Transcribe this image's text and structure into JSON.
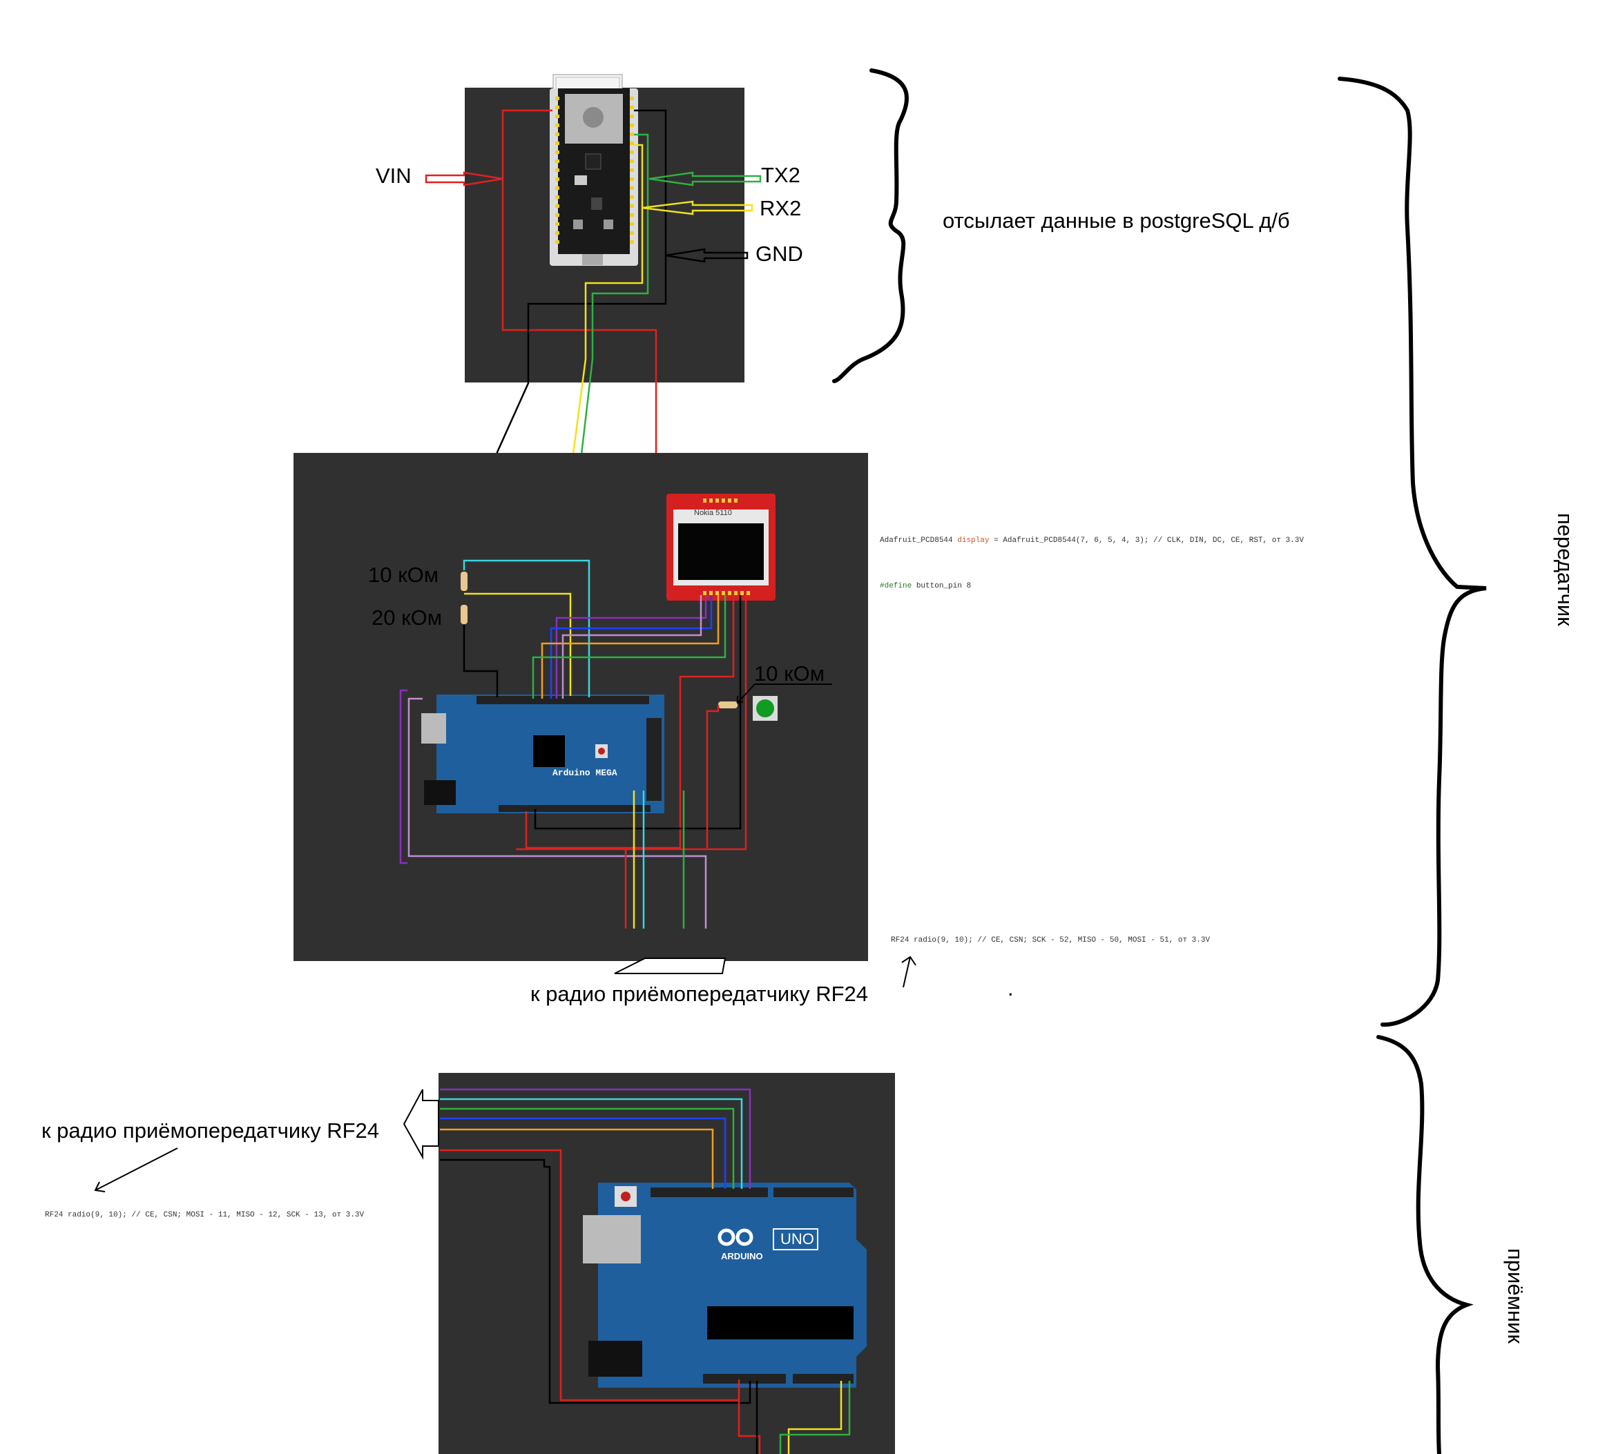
{
  "colors": {
    "panel": "#303030",
    "wire_red": "#e02020",
    "wire_black": "#000000",
    "wire_yellow": "#f2e21a",
    "wire_green": "#2fb040",
    "wire_cyan": "#3ad6e0",
    "wire_blue": "#2040ff",
    "wire_orange": "#f0a020",
    "wire_purple": "#8a2fc0",
    "wire_pink": "#d080d8",
    "board_blue": "#1f5f9e",
    "nokia_red": "#d42020"
  },
  "esp32": {
    "labels": {
      "vin": "VIN",
      "tx2": "TX2",
      "rx2": "RX2",
      "gnd": "GND"
    },
    "note": "отсылает данные в postgreSQL д/б"
  },
  "mega": {
    "board_name": "Arduino MEGA",
    "display_name": "Nokia 5110",
    "resistor_top": "10 кОм",
    "resistor_bottom": "20 кОм",
    "resistor_button": "10 кОм",
    "code_display_type": "Adafruit_PCD8544",
    "code_display_var": "display",
    "code_display_rest": "= Adafruit_PCD8544(7, 6, 5, 4, 3); // CLK, DIN, DC, CE, RST, от 3.3V",
    "code_define_kw": "#define",
    "code_define_rest": "button_pin 8",
    "rf24_code": "RF24 radio(9, 10); // CE, CSN; SCK - 52, MISO - 50, MOSI - 51, от 3.3V",
    "rf24_label": "к радио приёмопередатчику RF24",
    "dot": "."
  },
  "uno": {
    "board_uno": "UNO",
    "board_arduino": "ARDUINO",
    "rf24_label": "к радио приёмопередатчику RF24",
    "rf24_code": "RF24 radio(9, 10); // CE, CSN; MOSI - 11, MISO - 12, SCK - 13, от 3.3V"
  },
  "braces": {
    "transmitter": "передатчик",
    "receiver": "приёмник"
  }
}
